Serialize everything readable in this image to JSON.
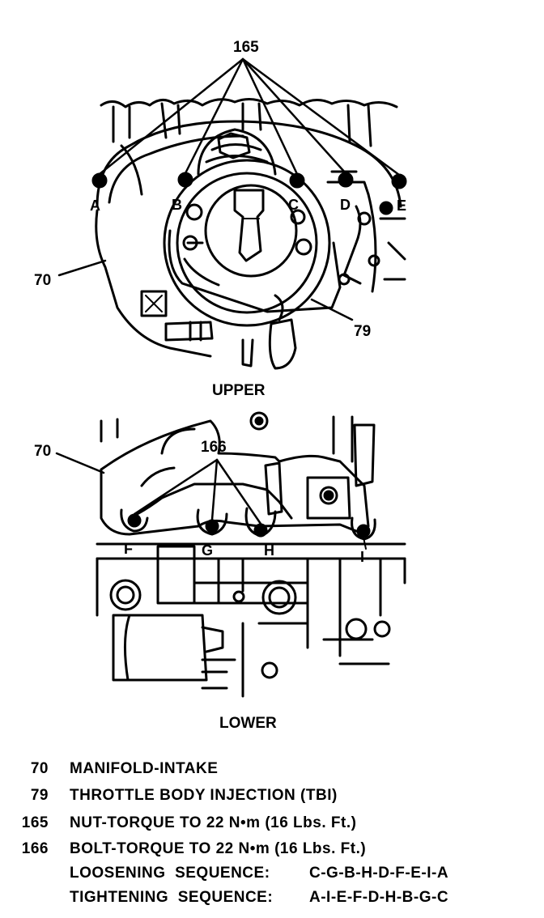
{
  "callouts": {
    "c165": "165",
    "c70_upper": "70",
    "c79": "79",
    "c70_lower": "70",
    "c166": "166"
  },
  "fastener_letters": {
    "A": "A",
    "B": "B",
    "C": "C",
    "D": "D",
    "E": "E",
    "F": "F",
    "G": "G",
    "H": "H",
    "I": "I"
  },
  "views": {
    "upper": "UPPER",
    "lower": "LOWER"
  },
  "legend": [
    {
      "number": "70",
      "text": "MANIFOLD-INTAKE"
    },
    {
      "number": "79",
      "text": "THROTTLE BODY INJECTION (TBI)"
    },
    {
      "number": "165",
      "text": "NUT-TORQUE TO 22 N•m (16 Lbs. Ft.)"
    },
    {
      "number": "166",
      "text": "BOLT-TORQUE TO 22 N•m (16 Lbs. Ft.)"
    }
  ],
  "sequences": {
    "loosening": {
      "label": "LOOSENING  SEQUENCE:",
      "value": "C-G-B-H-D-F-E-I-A"
    },
    "tightening": {
      "label": "TIGHTENING  SEQUENCE:",
      "value": "A-I-E-F-D-H-B-G-C"
    }
  }
}
